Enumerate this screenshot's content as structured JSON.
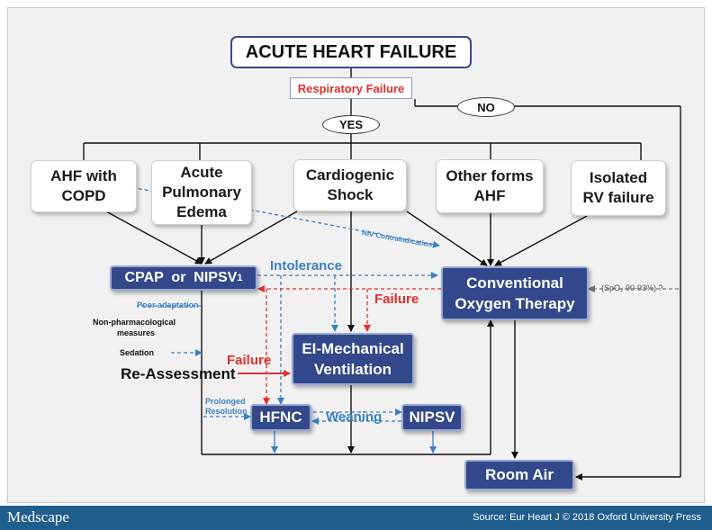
{
  "title": "ACUTE HEART FAILURE",
  "respiratory_failure": "Respiratory Failure",
  "no_label": "NO",
  "yes_label": "YES",
  "conditions": {
    "ahf_copd": "AHF with COPD",
    "acute_pulmonary_edema": "Acute Pulmonary Edema",
    "cardiogenic_shock": "Cardiogenic Shock",
    "other_forms": "Other forms AHF",
    "isolated_rv": "Isolated RV failure"
  },
  "cpap": {
    "text": "CPAP  or  NIPSV",
    "superscript": "1"
  },
  "conventional_oxygen": "Conventional Oxygen Therapy",
  "mechanical_ventilation": "EI-Mechanical Ventilation",
  "hfnc": "HFNC",
  "nipsv": "NIPSV",
  "room_air": "Room Air",
  "labels": {
    "intolerance": "Intolerance",
    "failure_right": "Failure",
    "failure_left": "Failure",
    "weaning": "Weaning",
    "niv_contraindication": "NIV Contraindication",
    "spo2": "(SpO₂ 90-93%) ?",
    "poor_adaptation": "Poor adaptation",
    "non_pharm_1": "Non-pharmacological",
    "non_pharm_2": "measures",
    "sedation": "Sedation",
    "reassessment": "Re-Assessment",
    "prolonged_1": "Prolonged",
    "prolonged_2": "Resolution"
  },
  "footer": {
    "brand": "Medscape",
    "source": "Source: Eur Heart J © 2018 Oxford University Press"
  },
  "colors": {
    "box_blue": "#32488a",
    "arrow_blue": "#3b7fc4",
    "arrow_red": "#e03030",
    "footer": "#1f5d8c"
  }
}
